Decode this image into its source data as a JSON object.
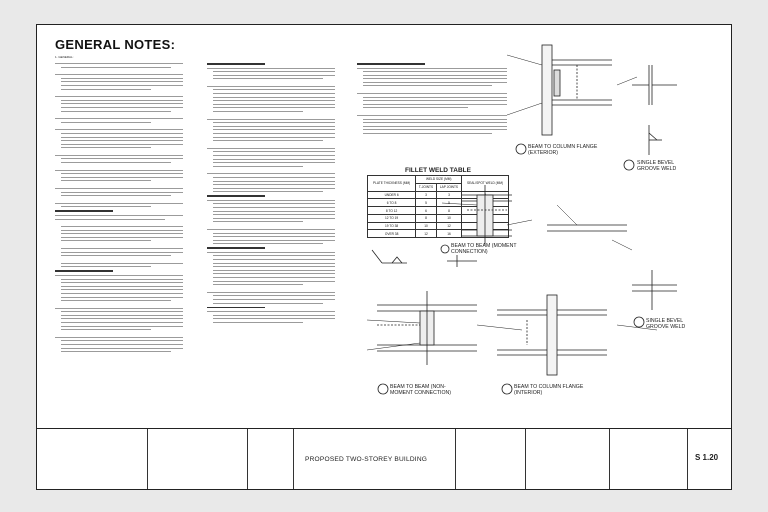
{
  "sheet": {
    "heading": "GENERAL NOTES:",
    "section_general": "1. GENERAL:",
    "fillet_table": {
      "title": "FILLET WELD TABLE",
      "headers": [
        "PLATE THICKNESS (MM)",
        "WELD SIZE (MM)",
        "SEAL/SPOT WELD (MM)"
      ],
      "subheaders": [
        "T-JOINTS",
        "LAP JOINTS"
      ],
      "rows": [
        [
          "UNDER 6",
          "3",
          "3",
          "3"
        ],
        [
          "6 TO 8",
          "5",
          "5",
          "5"
        ],
        [
          "8 TO 12",
          "6",
          "8",
          "6"
        ],
        [
          "12 TO 19",
          "8",
          "10",
          "8"
        ],
        [
          "19 TO 38",
          "10",
          "12",
          "10"
        ],
        [
          "OVER 38",
          "12",
          "16",
          "12"
        ]
      ]
    },
    "details": {
      "beam_to_column_ext": "BEAM TO COLUMN FLANGE (EXTERIOR)",
      "single_bevel_1": "SINGLE BEVEL GROOVE WELD",
      "beam_to_beam_moment": "BEAM TO BEAM (MOMENT CONNECTION)",
      "single_bevel_2": "SINGLE BEVEL GROOVE WELD",
      "beam_to_beam_non": "BEAM TO BEAM (NON-MOMENT CONNECTION)",
      "beam_to_column_int": "BEAM TO COLUMN FLANGE (INTERIOR)"
    },
    "title_block": {
      "project_title": "PROPOSED TWO-STOREY BUILDING",
      "sheet_number": "S 1.20"
    }
  }
}
